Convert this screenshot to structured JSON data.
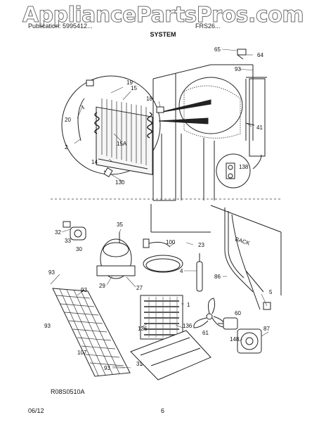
{
  "watermark": "AppliancePartsPros.com",
  "header": {
    "left_text": "Publication: 5995412...",
    "right_text": "FRS26...",
    "title": "SYSTEM"
  },
  "callouts": {
    "c65": "65",
    "c64": "64",
    "c93a": "93",
    "c19": "19",
    "c15": "15",
    "c18": "18",
    "c20": "20",
    "c2": "2",
    "c15a": "15A",
    "c14": "14",
    "c130": "130",
    "c41": "41",
    "c138": "138",
    "c32": "32",
    "c35": "35",
    "c33": "33",
    "c30": "30",
    "c100": "100",
    "c23": "23",
    "c29": "29",
    "c27": "27",
    "c4": "4",
    "c86": "86",
    "c1": "1",
    "c93b": "93",
    "c93c": "93",
    "c93d": "93",
    "c136a": "136",
    "c136b": "136",
    "c60": "60",
    "c61": "61",
    "c87": "87",
    "c148": "148",
    "c107": "107",
    "c31": "31",
    "c93e": "93",
    "c5": "5",
    "back": "BACK"
  },
  "diagram_code": "R08S0510A",
  "footer": {
    "date": "06/12",
    "page": "6"
  }
}
